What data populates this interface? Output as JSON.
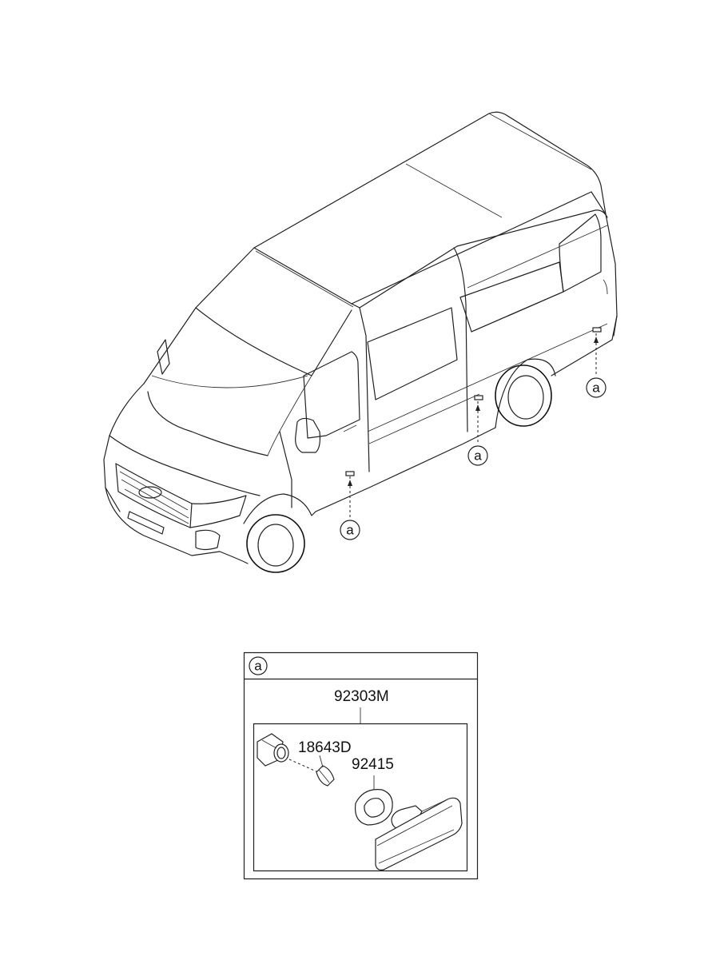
{
  "callouts": {
    "marker_label": "a"
  },
  "detail_box": {
    "header_marker": "a",
    "assembly_part_number": "92303M",
    "components": [
      {
        "part_number": "18643D"
      },
      {
        "part_number": "92415"
      }
    ]
  }
}
